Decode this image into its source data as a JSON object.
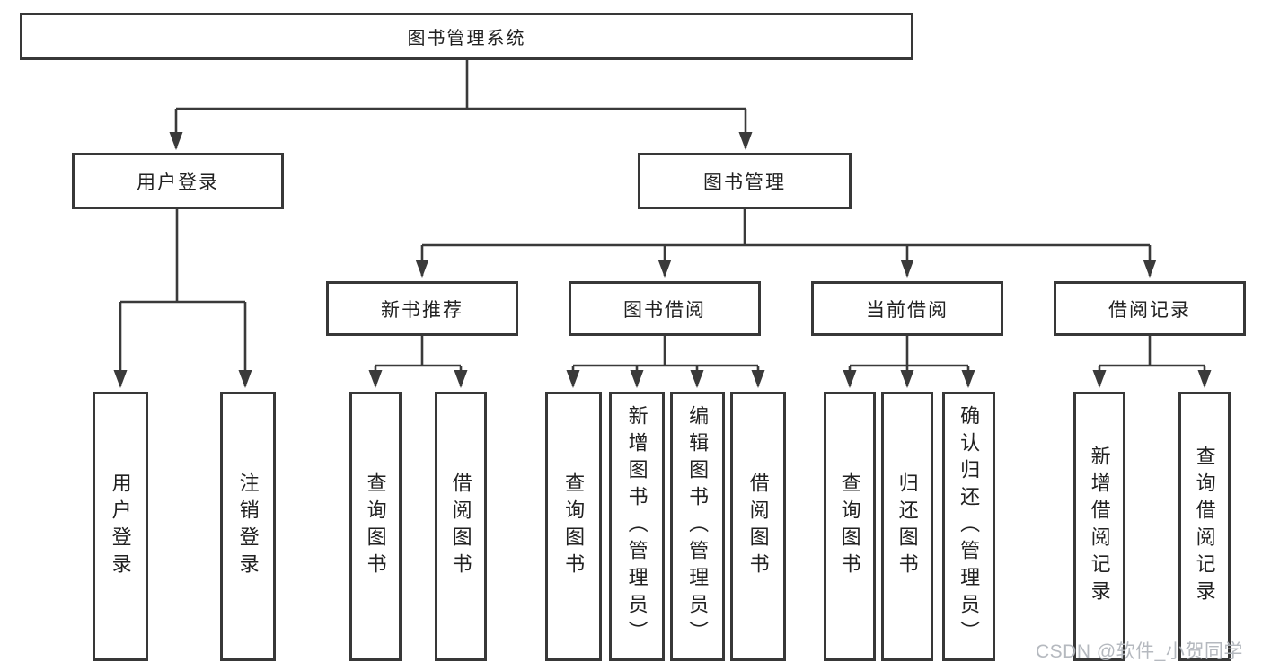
{
  "colors": {
    "box_border": "#383838",
    "connector_line": "#3a3a3a",
    "arrowhead": "#3a3a3a",
    "text": "#212121",
    "watermark_text": "#b1b5bc",
    "background": "#ffffff"
  },
  "tree": {
    "label": "图书管理系统",
    "children": [
      {
        "label": "用户登录",
        "children": [
          {
            "label": "用户登录"
          },
          {
            "label": "注销登录"
          }
        ]
      },
      {
        "label": "图书管理",
        "children": [
          {
            "label": "新书推荐",
            "children": [
              {
                "label": "查询图书"
              },
              {
                "label": "借阅图书"
              }
            ]
          },
          {
            "label": "图书借阅",
            "children": [
              {
                "label": "查询图书"
              },
              {
                "label": "新增图书（管理员）"
              },
              {
                "label": "编辑图书（管理员）"
              },
              {
                "label": "借阅图书"
              }
            ]
          },
          {
            "label": "当前借阅",
            "children": [
              {
                "label": "查询图书"
              },
              {
                "label": "归还图书"
              },
              {
                "label": "确认归还（管理员）"
              }
            ]
          },
          {
            "label": "借阅记录",
            "children": [
              {
                "label": "新增借阅记录"
              },
              {
                "label": "查询借阅记录"
              }
            ]
          }
        ]
      }
    ]
  },
  "watermark": {
    "text": "CSDN @软件_小贺同学"
  }
}
